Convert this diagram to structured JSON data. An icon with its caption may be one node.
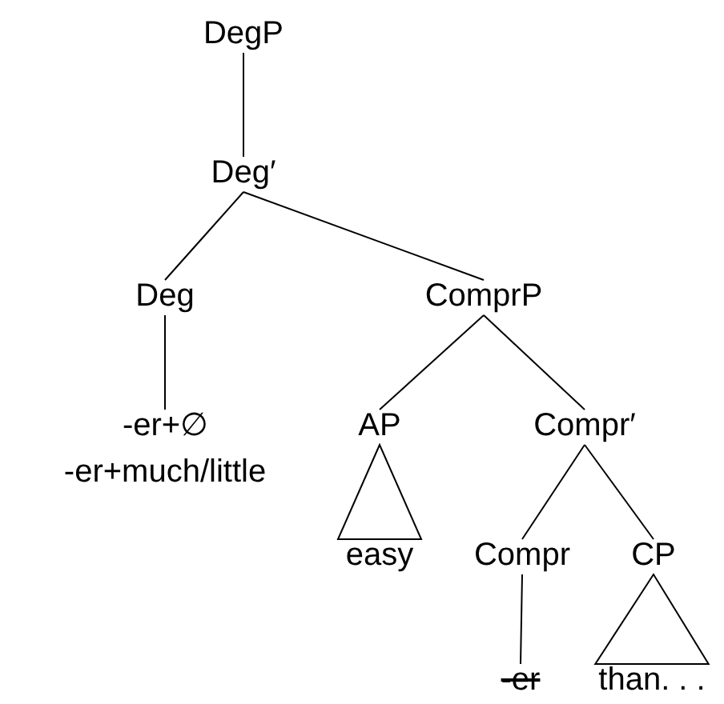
{
  "diagram": {
    "nodes": [
      {
        "text": [
          "DegP"
        ]
      },
      {
        "text": [
          "Deg′"
        ]
      },
      {
        "text": [
          "Deg"
        ]
      },
      {
        "text": [
          "ComprP"
        ]
      },
      {
        "text": [
          "-er+∅",
          "-er+much/little"
        ]
      },
      {
        "text": [
          "AP"
        ]
      },
      {
        "text": [
          "Compr′"
        ]
      },
      {
        "text": [
          "easy"
        ]
      },
      {
        "text": [
          "Compr"
        ]
      },
      {
        "text": [
          "CP"
        ]
      },
      {
        "text": [
          "-er"
        ]
      },
      {
        "text": [
          "than. . ."
        ]
      }
    ],
    "edges": [
      {
        "from": 0,
        "to": 1,
        "arrow": "none"
      },
      {
        "from": 1,
        "to": 2,
        "arrow": "none"
      },
      {
        "from": 1,
        "to": 3,
        "arrow": "none"
      },
      {
        "from": 2,
        "to": 4,
        "arrow": "none"
      },
      {
        "from": 3,
        "to": 5,
        "arrow": "none"
      },
      {
        "from": 3,
        "to": 6,
        "arrow": "none"
      },
      {
        "from": 5,
        "to": 7,
        "arrow": "none"
      },
      {
        "from": 6,
        "to": 8,
        "arrow": "none"
      },
      {
        "from": 6,
        "to": 9,
        "arrow": "none"
      },
      {
        "from": 8,
        "to": 10,
        "arrow": "none"
      },
      {
        "from": 9,
        "to": 11,
        "arrow": "none"
      }
    ]
  }
}
